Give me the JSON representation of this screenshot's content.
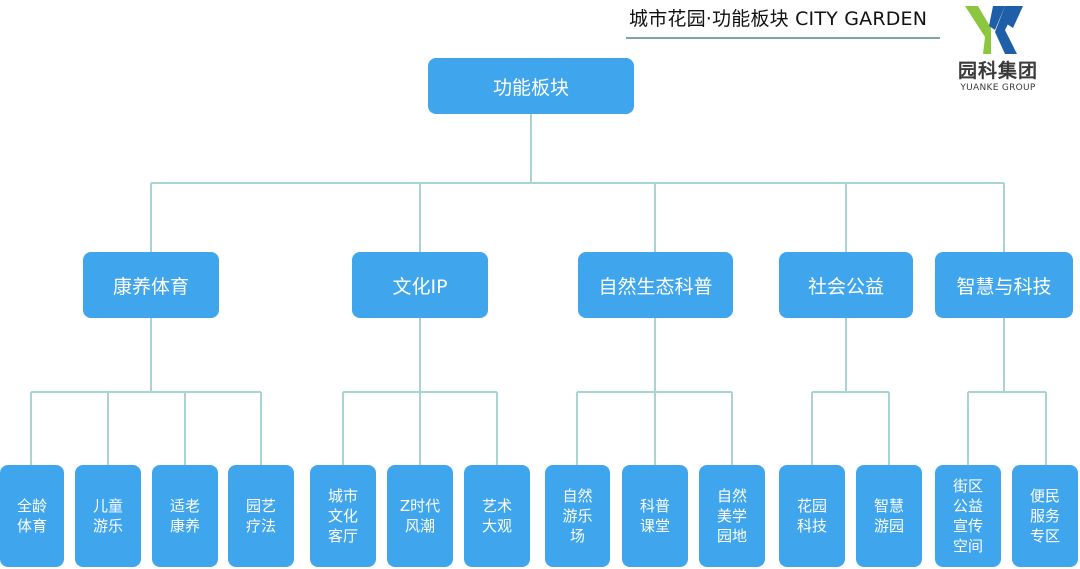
{
  "header": {
    "title": "城市花园·功能板块  CITY GARDEN"
  },
  "logo": {
    "name": "园科集团",
    "subtitle": "YUANKE GROUP",
    "colors": {
      "green": "#8cc63f",
      "blue": "#1e5fa8"
    }
  },
  "colors": {
    "box": "#3fa6ee",
    "line": "#a8d5d3",
    "header_rule": "#7fa3a6"
  },
  "root": {
    "label": "功能板块"
  },
  "categories": [
    {
      "label": "康养体育",
      "children": [
        {
          "lines": [
            "全龄",
            "体育"
          ]
        },
        {
          "lines": [
            "儿童",
            "游乐"
          ]
        },
        {
          "lines": [
            "适老",
            "康养"
          ]
        },
        {
          "lines": [
            "园艺",
            "疗法"
          ]
        }
      ]
    },
    {
      "label": "文化IP",
      "children": [
        {
          "lines": [
            "城市",
            "文化",
            "客厅"
          ]
        },
        {
          "lines": [
            "Z时代",
            "风潮"
          ]
        },
        {
          "lines": [
            "艺术",
            "大观"
          ]
        }
      ]
    },
    {
      "label": "自然生态科普",
      "children": [
        {
          "lines": [
            "自然",
            "游乐",
            "场"
          ]
        },
        {
          "lines": [
            "科普",
            "课堂"
          ]
        },
        {
          "lines": [
            "自然",
            "美学",
            "园地"
          ]
        }
      ]
    },
    {
      "label": "社会公益",
      "children": [
        {
          "lines": [
            "花园",
            "科技"
          ]
        },
        {
          "lines": [
            "智慧",
            "游园"
          ]
        }
      ]
    },
    {
      "label": "智慧与科技",
      "children": [
        {
          "lines": [
            "街区",
            "公益",
            "宣传",
            "空间"
          ]
        },
        {
          "lines": [
            "便民",
            "服务",
            "专区"
          ]
        }
      ]
    }
  ]
}
